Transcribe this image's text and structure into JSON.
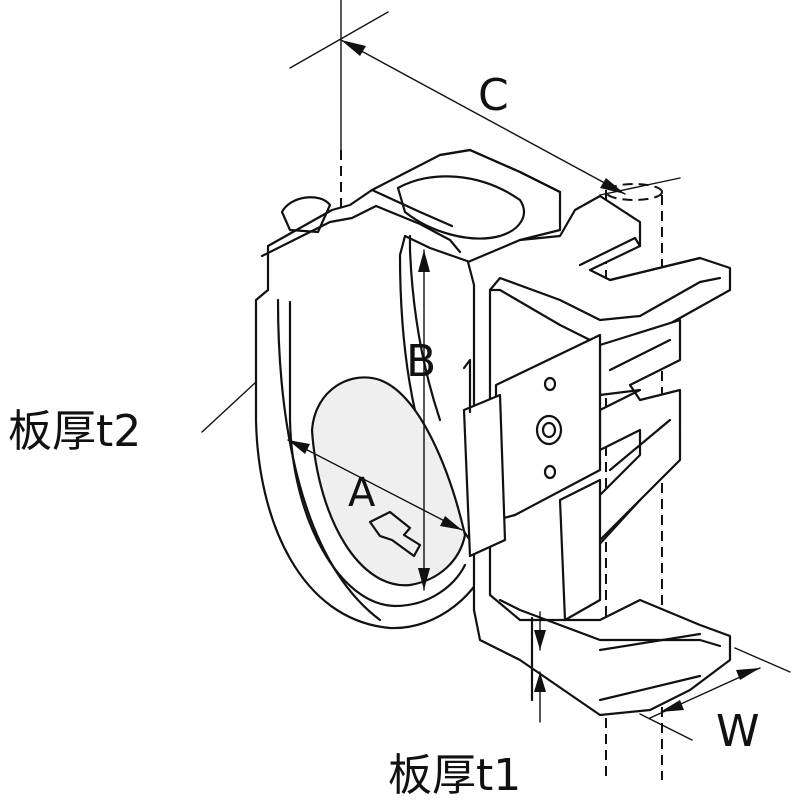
{
  "labels": {
    "dim_c": "C",
    "dim_b": "B",
    "dim_a": "A",
    "dim_w": "W",
    "thickness_t2": "板厚t2",
    "thickness_t1": "板厚t1"
  }
}
